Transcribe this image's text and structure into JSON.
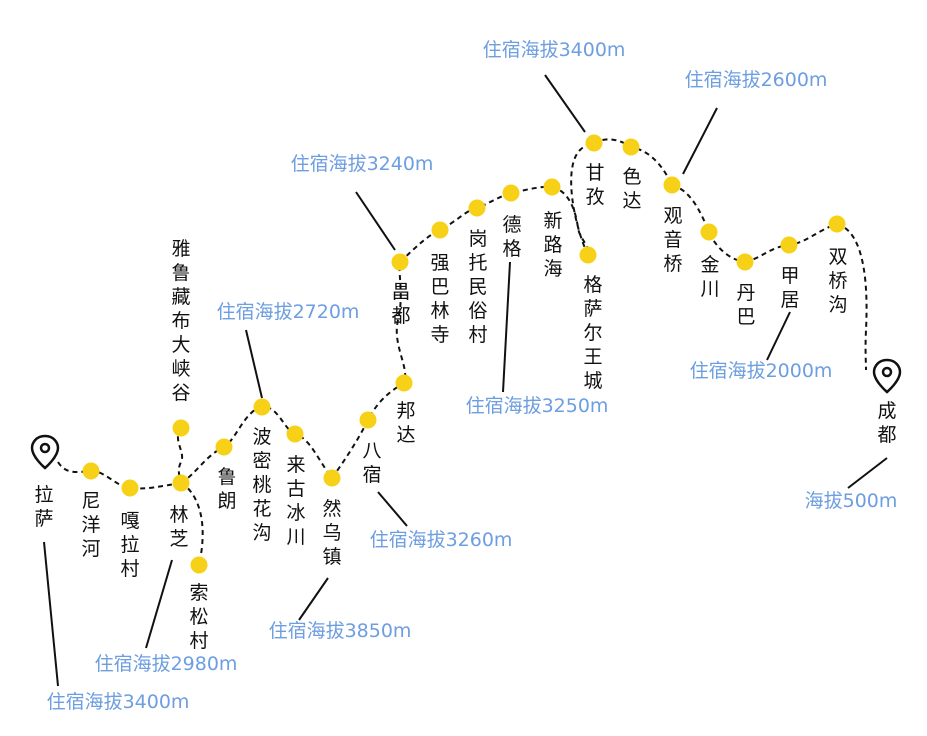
{
  "colors": {
    "stop_dot": "#f7d118",
    "altitude_text": "#6d9ee0",
    "route_line": "#111111"
  },
  "icons": {
    "start": "map-pin-icon",
    "end": "map-pin-icon"
  },
  "stops": [
    {
      "id": "lasa",
      "name": "拉萨"
    },
    {
      "id": "niyanghe",
      "name": "尼洋河"
    },
    {
      "id": "galacun",
      "name": "嘎拉村"
    },
    {
      "id": "linzhi",
      "name": "林芝"
    },
    {
      "id": "yalu",
      "name": "雅鲁藏布大峡谷"
    },
    {
      "id": "suosong",
      "name": "索松村"
    },
    {
      "id": "lulang",
      "name": "鲁朗"
    },
    {
      "id": "bomi",
      "name": "波密桃花沟"
    },
    {
      "id": "laigu",
      "name": "来古冰川"
    },
    {
      "id": "ranwu",
      "name": "然乌镇"
    },
    {
      "id": "basu",
      "name": "八宿"
    },
    {
      "id": "bangda",
      "name": "邦达"
    },
    {
      "id": "changdu",
      "name": "昌都"
    },
    {
      "id": "qiangba",
      "name": "强巴林寺"
    },
    {
      "id": "gangtuo",
      "name": "岗托民俗村"
    },
    {
      "id": "dege",
      "name": "德格"
    },
    {
      "id": "xinluhai",
      "name": "新路海"
    },
    {
      "id": "gesaer",
      "name": "格萨尔王城"
    },
    {
      "id": "ganzi",
      "name": "甘孜"
    },
    {
      "id": "seda",
      "name": "色达"
    },
    {
      "id": "guanyin",
      "name": "观音桥"
    },
    {
      "id": "jinchuan",
      "name": "金川"
    },
    {
      "id": "danba",
      "name": "丹巴"
    },
    {
      "id": "jiaju",
      "name": "甲居"
    },
    {
      "id": "shuangqiao",
      "name": "双桥沟"
    },
    {
      "id": "chengdu",
      "name": "成都"
    }
  ],
  "altitudes": [
    {
      "id": "a_lasa",
      "text": "住宿海拔3400m"
    },
    {
      "id": "a_linzhi",
      "text": "住宿海拔2980m"
    },
    {
      "id": "a_bomi",
      "text": "住宿海拔2720m"
    },
    {
      "id": "a_ranwu",
      "text": "住宿海拔3850m"
    },
    {
      "id": "a_basu",
      "text": "住宿海拔3260m"
    },
    {
      "id": "a_changdu",
      "text": "住宿海拔3240m"
    },
    {
      "id": "a_dege",
      "text": "住宿海拔3250m"
    },
    {
      "id": "a_ganzi",
      "text": "住宿海拔3400m"
    },
    {
      "id": "a_guanyin",
      "text": "住宿海拔2600m"
    },
    {
      "id": "a_jiaju",
      "text": "住宿海拔2000m"
    },
    {
      "id": "a_chengdu",
      "text": "海拔500m"
    }
  ]
}
